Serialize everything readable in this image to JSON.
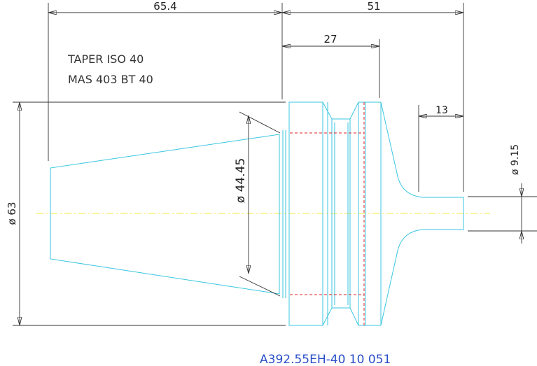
{
  "colors": {
    "part": "#39c6e0",
    "dimension": "#333333",
    "centerline": "#f2ea3a",
    "hidden": "#e02020",
    "code": "#2a4fc8"
  },
  "dimensions": {
    "overall_left": "65.4",
    "overall_right": "51",
    "flange_to_neck": "27",
    "shank_length": "13",
    "outer_diameter": "ø 63",
    "taper_diameter": "ø 44.45",
    "shank_diameter": "ø 9.15"
  },
  "notes": {
    "line1": "TAPER ISO 40",
    "line2": "MAS 403 BT 40"
  },
  "part_code": "A392.55EH-40 10 051"
}
